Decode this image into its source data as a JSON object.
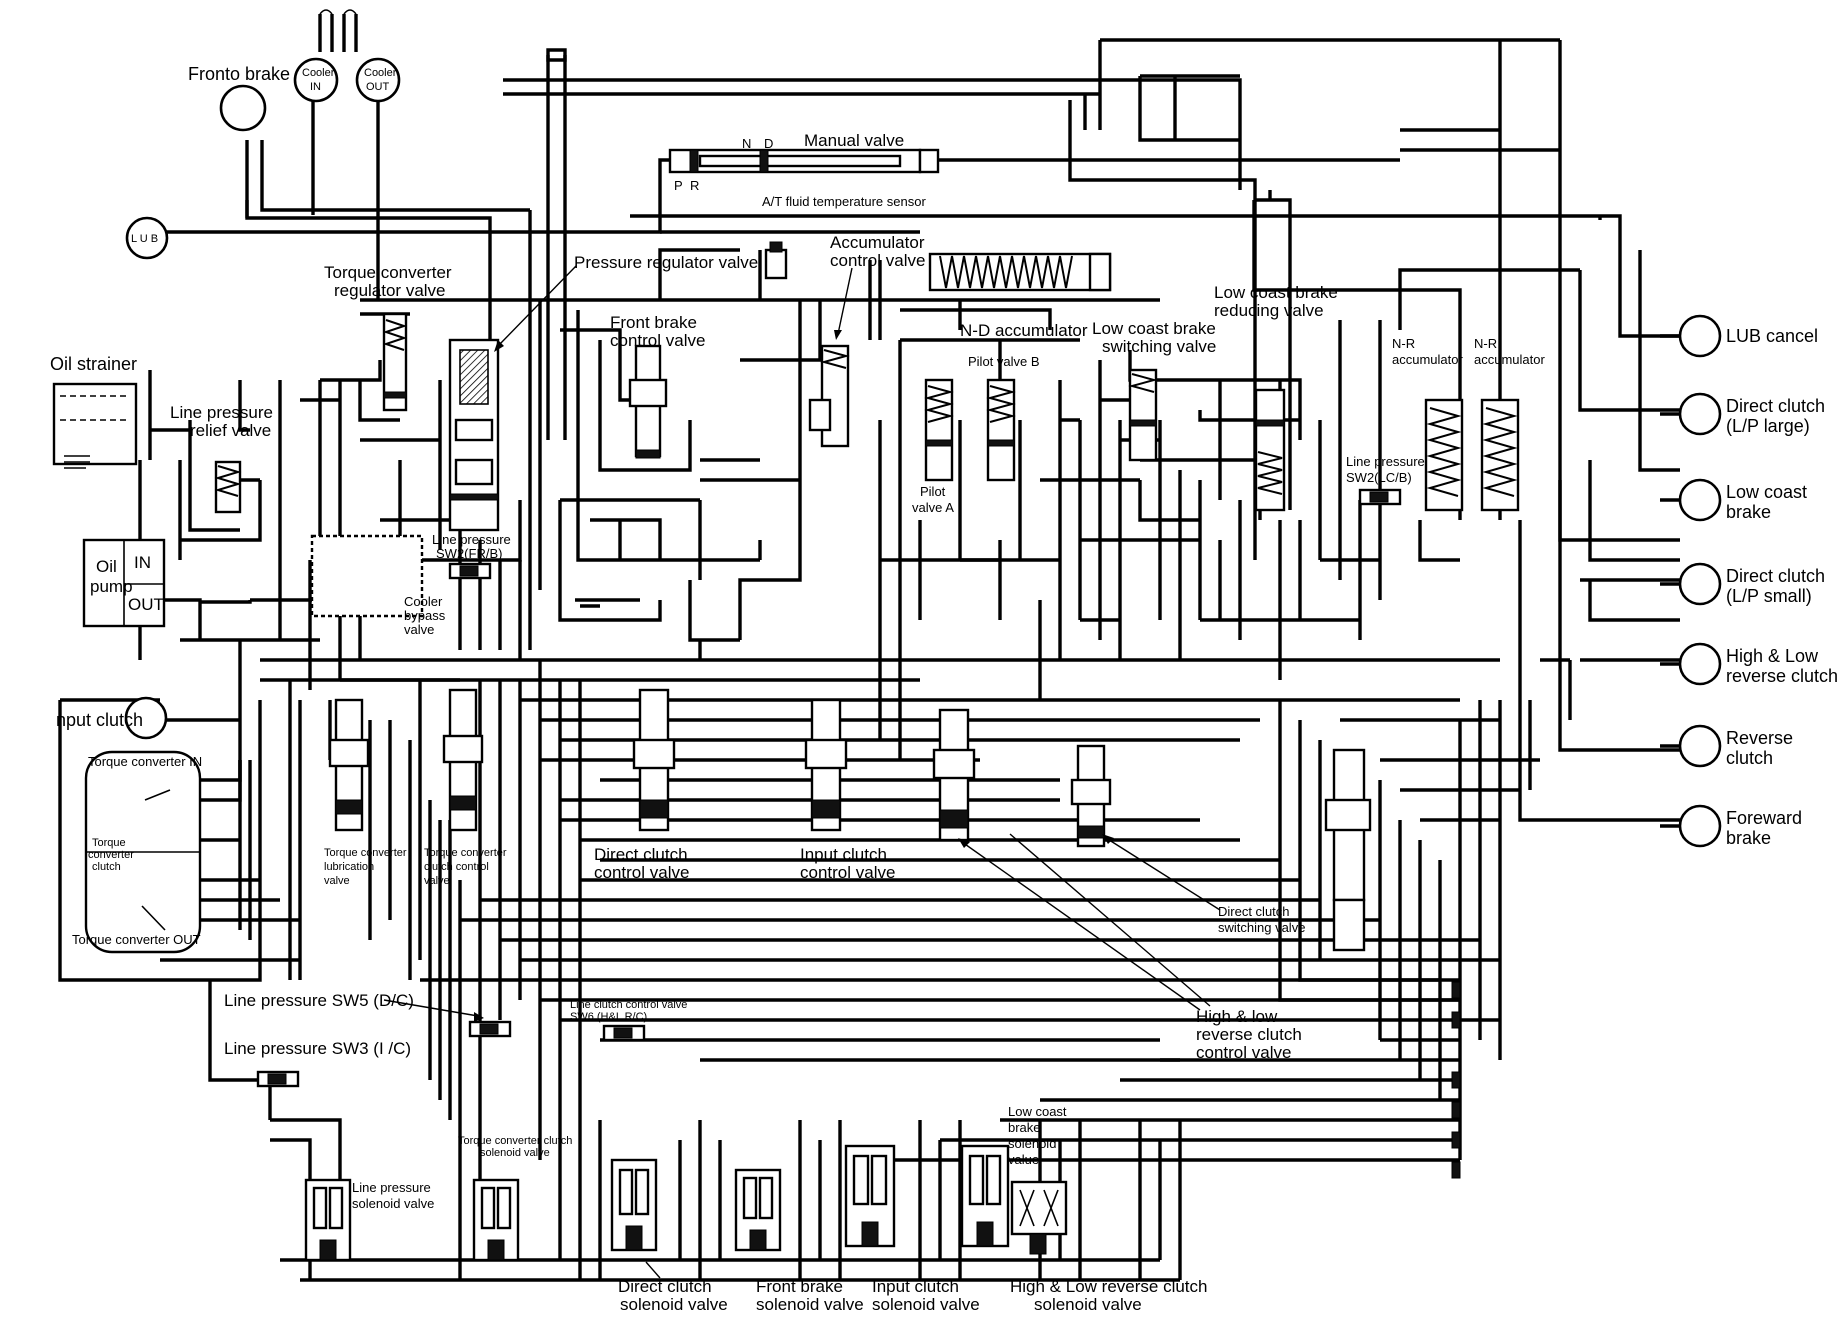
{
  "labels": {
    "fronto_brake": "Fronto brake",
    "cooler_in": "Cooler IN",
    "cooler_out": "Cooler OUT",
    "lub": "L U B",
    "manual_valve": "Manual valve",
    "manual_n": "N",
    "manual_d": "D",
    "manual_p": "P",
    "manual_r": "R",
    "at_fluid_temp_sensor": "A/T fluid temperature sensor",
    "torque_converter_regulator_valve_1": "Torque converter",
    "torque_converter_regulator_valve_2": "regulator valve",
    "pressure_regulator_valve": "Pressure regulator valve",
    "accumulator_control_valve_1": "Accumulator",
    "accumulator_control_valve_2": "control valve",
    "front_brake_control_valve_1": "Front brake",
    "front_brake_control_valve_2": "control valve",
    "nd_accumulator": "N-D accumulator",
    "pilot_valve_b": "Pilot valve B",
    "pilot_valve_a_1": "Pilot",
    "pilot_valve_a_2": "valve A",
    "low_coast_brake_switching_valve_1": "Low coast brake",
    "low_coast_brake_switching_valve_2": "switching valve",
    "low_coast_brake_reducing_valve_1": "Low coast brake",
    "low_coast_brake_reducing_valve_2": "reducing valve",
    "nr_accumulator_a_1": "N-R",
    "nr_accumulator_a_2": "accumulator",
    "nr_accumulator_b_1": "N-R",
    "nr_accumulator_b_2": "accumulator",
    "oil_strainer": "Oil strainer",
    "line_pressure_relief_valve_1": "Line pressure",
    "line_pressure_relief_valve_2": "relief valve",
    "oil_pump_1": "Oil",
    "oil_pump_2": "pump",
    "oil_pump_in": "IN",
    "oil_pump_out": "OUT",
    "line_pressure_sw2_frb_1": "Line pressure",
    "line_pressure_sw2_frb_2": "SW2(FR/B)",
    "cooler_bypass_valve_1": "Cooler",
    "cooler_bypass_valve_2": "bypass",
    "cooler_bypass_valve_3": "valve",
    "line_pressure_sw2_lcb_1": "Line pressure",
    "line_pressure_sw2_lcb_2": "SW2(LC/B)",
    "input_clutch": "nput clutch",
    "torque_converter_in": "Torque converter IN",
    "torque_converter_clutch_1": "Torque",
    "torque_converter_clutch_2": "converter",
    "torque_converter_clutch_3": "clutch",
    "torque_converter_out": "Torque converter OUT",
    "tc_lubrication_valve_1": "Torque converter",
    "tc_lubrication_valve_2": "lubrication",
    "tc_lubrication_valve_3": "valve",
    "tc_clutch_control_valve_1": "Torque converter",
    "tc_clutch_control_valve_2": "clutch control",
    "tc_clutch_control_valve_3": "valve",
    "direct_clutch_control_valve_1": "Direct clutch",
    "direct_clutch_control_valve_2": "control valve",
    "input_clutch_control_valve_1": "Input clutch",
    "input_clutch_control_valve_2": "control valve",
    "direct_clutch_switching_valve_1": "Direct clutch",
    "direct_clutch_switching_valve_2": "switching valve",
    "high_low_reverse_clutch_control_valve_1": "High & low",
    "high_low_reverse_clutch_control_valve_2": "reverse clutch",
    "high_low_reverse_clutch_control_valve_3": "control valve",
    "line_pressure_sw5": "Line pressure SW5 (D/C)",
    "line_pressure_sw3": "Line pressure SW3 (I /C)",
    "line_clutch_control_valve_sw6_1": "Line clutch control valve",
    "line_clutch_control_valve_sw6_2": "SW6 (H&L R/C)",
    "line_pressure_solenoid_valve_1": "Line pressure",
    "line_pressure_solenoid_valve_2": "solenoid valve",
    "tc_clutch_solenoid_valve_1": "Torque converter clutch",
    "tc_clutch_solenoid_valve_2": "solenoid valve",
    "low_coast_brake_solenoid_valve_1": "Low coast",
    "low_coast_brake_solenoid_valve_2": "brake",
    "low_coast_brake_solenoid_valve_3": "solenoid",
    "low_coast_brake_solenoid_valve_4": "value",
    "direct_clutch_solenoid_valve_1": "Direct clutch",
    "direct_clutch_solenoid_valve_2": "solenoid valve",
    "front_brake_solenoid_valve_1": "Front brake",
    "front_brake_solenoid_valve_2": "solenoid valve",
    "input_clutch_solenoid_valve_1": "Input clutch",
    "input_clutch_solenoid_valve_2": "solenoid valve",
    "high_low_reverse_clutch_solenoid_valve_1": "High & Low reverse clutch",
    "high_low_reverse_clutch_solenoid_valve_2": "solenoid valve"
  },
  "outputs": [
    {
      "line1": "LUB cancel",
      "line2": ""
    },
    {
      "line1": "Direct clutch",
      "line2": "(L/P large)"
    },
    {
      "line1": "Low coast",
      "line2": "brake"
    },
    {
      "line1": "Direct clutch",
      "line2": "(L/P small)"
    },
    {
      "line1": "High & Low",
      "line2": "reverse clutch"
    },
    {
      "line1": "Reverse",
      "line2": "clutch"
    },
    {
      "line1": "Foreward",
      "line2": "brake"
    }
  ],
  "colors": {
    "ink": "#000000",
    "paper": "#ffffff"
  }
}
